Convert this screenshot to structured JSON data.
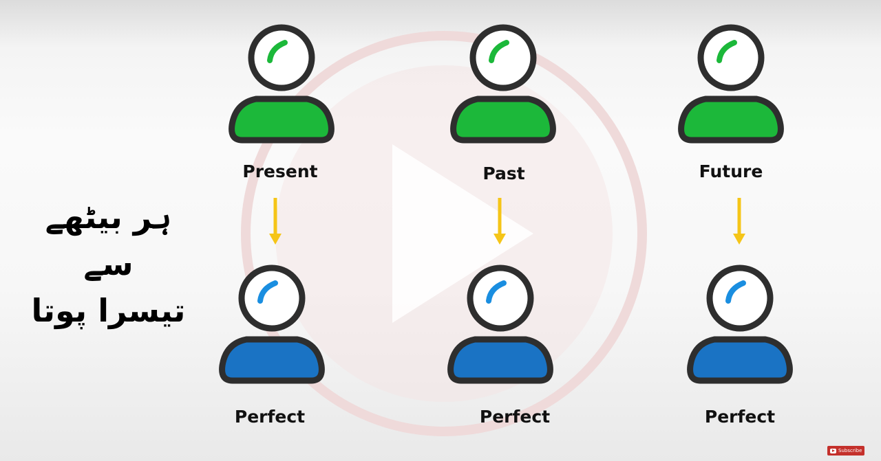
{
  "colors": {
    "green_body": "#1cb83a",
    "blue_body": "#1a73c4",
    "outline": "#2e2e2e",
    "arrow": "#f5c518",
    "watermark": "#e8c6c6"
  },
  "watermark_icon": "play-circle-icon",
  "urdu_text": {
    "line1": "ہر بیٹھے سے",
    "line2": "تیسرا پوتا"
  },
  "columns": [
    {
      "top_label": "Present",
      "bottom_label": "Perfect",
      "top_icon": "person-green-icon",
      "bottom_icon": "person-blue-icon"
    },
    {
      "top_label": "Past",
      "bottom_label": "Perfect",
      "top_icon": "person-green-icon",
      "bottom_icon": "person-blue-icon"
    },
    {
      "top_label": "Future",
      "bottom_label": "Perfect",
      "top_icon": "person-green-icon",
      "bottom_icon": "person-blue-icon"
    }
  ],
  "subscribe": {
    "label": "Subscribe",
    "icon": "youtube-icon"
  }
}
